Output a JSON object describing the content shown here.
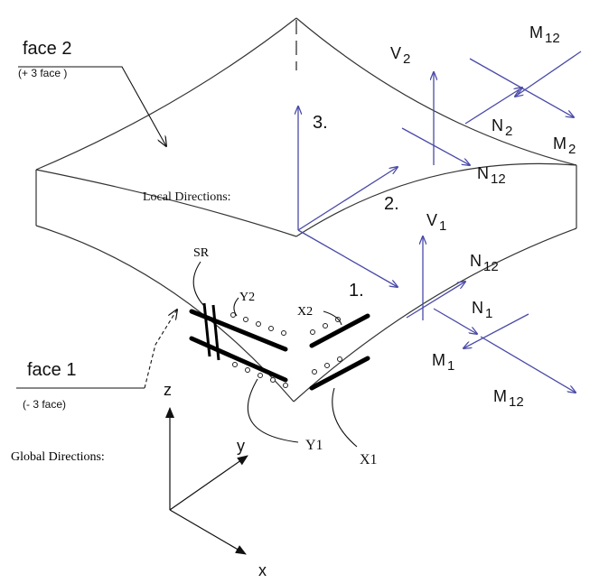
{
  "faces": {
    "face2_label": "face 2",
    "face2_sub": "(+ 3 face )",
    "face1_label": "face 1",
    "face1_sub": "(- 3 face)"
  },
  "local_directions": {
    "title": "Local Directions:",
    "axis1": "1.",
    "axis2": "2.",
    "axis3": "3."
  },
  "global_directions": {
    "title": "Global Directions:",
    "x": "x",
    "y": "y",
    "z": "z"
  },
  "reinforcement": {
    "sr": "SR",
    "y2": "Y2",
    "x2": "X2",
    "y1": "Y1",
    "x1": "X1"
  },
  "forces_face2": {
    "v": "V",
    "v_sub": "2",
    "m12": "M",
    "m12_sub": "12",
    "n2": "N",
    "n2_sub": "2",
    "m2": "M",
    "m2_sub": "2",
    "n12": "N",
    "n12_sub": "12"
  },
  "forces_face1": {
    "v": "V",
    "v_sub": "1",
    "n12": "N",
    "n12_sub": "12",
    "n1": "N",
    "n1_sub": "1",
    "m1": "M",
    "m1_sub": "1",
    "m12": "M",
    "m12_sub": "12"
  },
  "colors": {
    "force_arrows": "#4a4aa8",
    "geometry": "#333333"
  }
}
